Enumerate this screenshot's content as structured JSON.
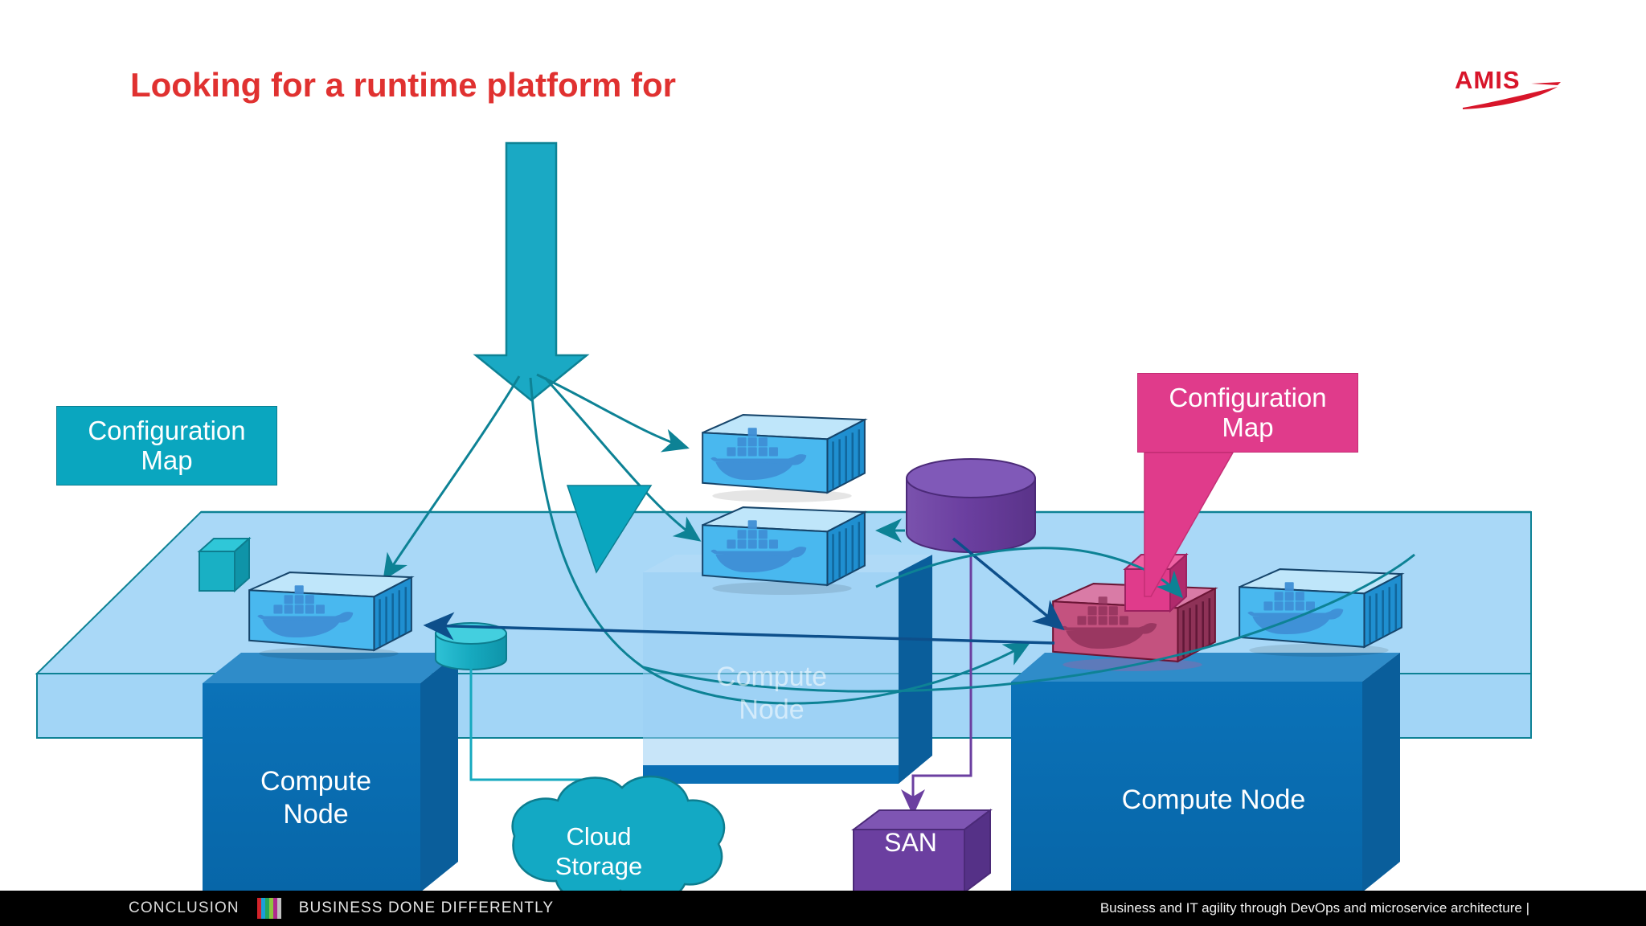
{
  "slide": {
    "title": "Looking for a runtime platform for",
    "background": "#ffffff"
  },
  "logo": {
    "name": "AMIS",
    "color": "#d8152a",
    "swoosh_color": "#d8152a"
  },
  "callouts": [
    {
      "id": "configuration-map-left",
      "line1": "Configuration",
      "line2": "Map",
      "fill": "#0aa6bf",
      "border": "#0b7d90",
      "text_color": "#ffffff",
      "points_to": "teal-config-cube"
    },
    {
      "id": "configuration-map-right",
      "line1": "Configuration",
      "line2": "Map",
      "fill": "#e03b8b",
      "border": "#c42e75",
      "text_color": "#ffffff",
      "points_to": "pink-config-cube"
    }
  ],
  "nodes": [
    {
      "id": "compute-node-left",
      "line1": "Compute",
      "line2": "Node",
      "fill": "#0a6fb5"
    },
    {
      "id": "compute-node-middle",
      "line1": "Compute",
      "line2": "Node",
      "fill": "#0a6fb5",
      "faded": true
    },
    {
      "id": "compute-node-right",
      "line1": "Compute Node",
      "line2": "",
      "fill": "#0a6fb5"
    }
  ],
  "storage": [
    {
      "id": "cloud-storage",
      "line1": "Cloud",
      "line2": "Storage",
      "fill": "#13a9c4",
      "shape": "cloud"
    },
    {
      "id": "san",
      "line1": "SAN",
      "line2": "",
      "fill": "#6b3fa0",
      "shape": "cube"
    }
  ],
  "containers": [
    {
      "id": "container-left-1",
      "color": "blue"
    },
    {
      "id": "container-mid-top",
      "color": "blue"
    },
    {
      "id": "container-mid-bottom",
      "color": "blue"
    },
    {
      "id": "container-right-pink",
      "color": "pink"
    },
    {
      "id": "container-right-blue",
      "color": "blue"
    }
  ],
  "shapes": {
    "big_arrow_color": "#1aa9c4",
    "platform_top_fill": "#a9d8f7",
    "platform_side_fill": "#7fc3ef",
    "platform_outline": "#0d8295",
    "purple_cylinder": "#6b3fa0",
    "teal_cylinder": "#19b0c4",
    "arrow_teal": "#0d8295",
    "arrow_navy": "#0d4f8b",
    "arrow_purple": "#6b3fa0"
  },
  "footer": {
    "section": "CONCLUSION",
    "tagline": "BUSINESS DONE DIFFERENTLY",
    "right_text": "Business and IT agility through DevOps and microservice architecture |",
    "background": "#000000",
    "bar_colors": [
      "#d2232a",
      "#1aa0d8",
      "#26a65b",
      "#8dc63f",
      "#b02a8e",
      "#c0c0c0"
    ]
  }
}
